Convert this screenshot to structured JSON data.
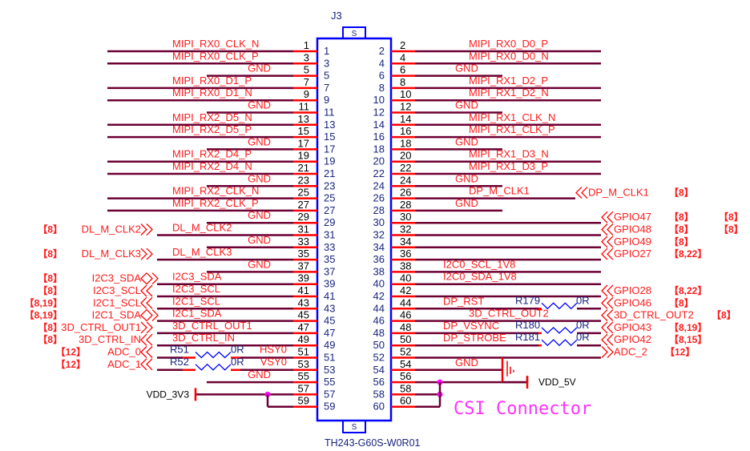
{
  "component": {
    "refdes": "J3",
    "part_number": "TH243-G60S-W0R01",
    "shield_label": "S",
    "title": "CSI Connector"
  },
  "colors": {
    "wire": "#6b0033",
    "pin_stub": "#ff0000",
    "body": "#0000ff",
    "net_text": "#ff1a1a",
    "junction": "#ff00ff",
    "resistor": "#0000ff",
    "title": "#ff33ff"
  },
  "left_pins": [
    {
      "pin": "1",
      "net": "MIPI_RX0_CLK_N",
      "wire": "long"
    },
    {
      "pin": "3",
      "net": "MIPI_RX0_CLK_P",
      "wire": "long"
    },
    {
      "pin": "5",
      "net": "GND",
      "wire": "short"
    },
    {
      "pin": "7",
      "net": "MIPI_RX0_D1_P",
      "wire": "long"
    },
    {
      "pin": "9",
      "net": "MIPI_RX0_D1_N",
      "wire": "long"
    },
    {
      "pin": "11",
      "net": "GND",
      "wire": "short"
    },
    {
      "pin": "13",
      "net": "MIPI_RX2_D5_N",
      "wire": "long"
    },
    {
      "pin": "15",
      "net": "MIPI_RX2_D5_P",
      "wire": "long"
    },
    {
      "pin": "17",
      "net": "GND",
      "wire": "short"
    },
    {
      "pin": "19",
      "net": "MIPI_RX2_D4_P",
      "wire": "long"
    },
    {
      "pin": "21",
      "net": "MIPI_RX2_D4_N",
      "wire": "long"
    },
    {
      "pin": "23",
      "net": "GND",
      "wire": "short"
    },
    {
      "pin": "25",
      "net": "MIPI_RX2_CLK_N",
      "wire": "long"
    },
    {
      "pin": "27",
      "net": "MIPI_RX2_CLK_P",
      "wire": "long"
    },
    {
      "pin": "29",
      "net": "GND",
      "wire": "short"
    },
    {
      "pin": "31",
      "net": "DL_M_CLK2",
      "wire": "port",
      "port": "DL_M_CLK2",
      "ref": "【8】",
      "shape": "out"
    },
    {
      "pin": "33",
      "net": "GND",
      "wire": "short"
    },
    {
      "pin": "35",
      "net": "DL_M_CLK3",
      "wire": "port",
      "port": "DL_M_CLK3",
      "ref": "【8】",
      "shape": "out"
    },
    {
      "pin": "37",
      "net": "GND",
      "wire": "short"
    },
    {
      "pin": "39",
      "net": "I2C3_SDA",
      "wire": "port",
      "port": "I2C3_SDA",
      "ref": "【8】",
      "shape": "bidir"
    },
    {
      "pin": "41",
      "net": "I2C3_SCL",
      "wire": "port",
      "port": "I2C3_SCL",
      "ref": "【8】",
      "shape": "in"
    },
    {
      "pin": "43",
      "net": "I2C1_SCL",
      "wire": "port",
      "port": "I2C1_SCL",
      "ref": "【8,19】",
      "shape": "in"
    },
    {
      "pin": "45",
      "net": "I2C1_SDA",
      "wire": "port",
      "port": "I2C1_SDA",
      "ref": "【8,19】",
      "shape": "bidir"
    },
    {
      "pin": "47",
      "net": "3D_CTRL_OUT1",
      "wire": "port",
      "port": "3D_CTRL_OUT1",
      "ref": "【8】",
      "shape": "out"
    },
    {
      "pin": "49",
      "net": "3D_CTRL_IN",
      "wire": "port",
      "port": "3D_CTRL_IN",
      "ref": "【8】",
      "shape": "in"
    },
    {
      "pin": "51",
      "net": "HSY0",
      "wire": "res",
      "res": "R51",
      "val": "0R",
      "port": "ADC_0",
      "ref": "【12】",
      "shape": "in"
    },
    {
      "pin": "53",
      "net": "VSY0",
      "wire": "res",
      "res": "R52",
      "val": "0R",
      "port": "ADC_1",
      "ref": "【12】",
      "shape": "in"
    },
    {
      "pin": "55",
      "net": "GND",
      "wire": "short"
    },
    {
      "pin": "57",
      "net": "",
      "wire": "vdd"
    },
    {
      "pin": "59",
      "net": "",
      "wire": "vddtie"
    }
  ],
  "right_pins": [
    {
      "pin": "2",
      "net": "MIPI_RX0_D0_P",
      "wire": "long"
    },
    {
      "pin": "4",
      "net": "MIPI_RX0_D0_N",
      "wire": "long"
    },
    {
      "pin": "6",
      "net": "GND",
      "wire": "short"
    },
    {
      "pin": "8",
      "net": "MIPI_RX1_D2_P",
      "wire": "long"
    },
    {
      "pin": "10",
      "net": "MIPI_RX1_D2_N",
      "wire": "long"
    },
    {
      "pin": "12",
      "net": "GND",
      "wire": "short"
    },
    {
      "pin": "14",
      "net": "MIPI_RX1_CLK_N",
      "wire": "long"
    },
    {
      "pin": "16",
      "net": "MIPI_RX1_CLK_P",
      "wire": "long"
    },
    {
      "pin": "18",
      "net": "GND",
      "wire": "short"
    },
    {
      "pin": "20",
      "net": "MIPI_RX1_D3_N",
      "wire": "long"
    },
    {
      "pin": "22",
      "net": "MIPI_RX1_D3_P",
      "wire": "long"
    },
    {
      "pin": "24",
      "net": "GND",
      "wire": "short"
    },
    {
      "pin": "26",
      "net": "DP_M_CLK1",
      "wire": "port",
      "port": "DP_M_CLK1",
      "ref": "【8】",
      "shape": "in",
      "portx": "near"
    },
    {
      "pin": "28",
      "net": "GND",
      "wire": "short"
    },
    {
      "pin": "30",
      "net": "",
      "wire": "port",
      "port": "GPIO47",
      "ref": "【8】",
      "ref2": "【8】",
      "shape": "in"
    },
    {
      "pin": "32",
      "net": "",
      "wire": "port",
      "port": "GPIO48",
      "ref": "【8】",
      "ref2": "【8】",
      "shape": "in"
    },
    {
      "pin": "34",
      "net": "",
      "wire": "port",
      "port": "GPIO49",
      "ref": "【8】",
      "shape": "in"
    },
    {
      "pin": "36",
      "net": "",
      "wire": "port",
      "port": "GPIO27",
      "ref": "【8,22】",
      "shape": "in"
    },
    {
      "pin": "38",
      "net": "I2C0_SCL_1V8",
      "wire": "long"
    },
    {
      "pin": "40",
      "net": "I2C0_SDA_1V8",
      "wire": "long"
    },
    {
      "pin": "42",
      "net": "",
      "wire": "port",
      "port": "GPIO28",
      "ref": "【8,22】",
      "shape": "in"
    },
    {
      "pin": "44",
      "net": "DP_RST",
      "wire": "res",
      "res": "R179",
      "val": "0R",
      "port": "GPIO46",
      "ref": "【8】",
      "shape": "in"
    },
    {
      "pin": "46",
      "net": "3D_CTRL_OUT2",
      "wire": "port",
      "port": "3D_CTRL_OUT2",
      "ref": "【8】",
      "shape": "in"
    },
    {
      "pin": "48",
      "net": "DP_VSYNC",
      "wire": "res",
      "res": "R180",
      "val": "0R",
      "port": "GPIO43",
      "ref": "【8,19】",
      "shape": "in"
    },
    {
      "pin": "50",
      "net": "DP_STROBE",
      "wire": "res",
      "res": "R181",
      "val": "0R",
      "port": "GPIO42",
      "ref": "【8,15】",
      "shape": "in"
    },
    {
      "pin": "52",
      "net": "",
      "wire": "port",
      "port": "ADC_2",
      "ref": "【12】",
      "shape": "out"
    },
    {
      "pin": "54",
      "net": "GND",
      "wire": "gnd"
    },
    {
      "pin": "56",
      "net": "",
      "wire": "vdd5"
    },
    {
      "pin": "58",
      "net": "",
      "wire": "tie"
    },
    {
      "pin": "60",
      "net": "",
      "wire": "tie"
    }
  ],
  "power": {
    "left_rail": "VDD_3V3",
    "right_rail": "VDD_5V",
    "gnd": "GND"
  }
}
